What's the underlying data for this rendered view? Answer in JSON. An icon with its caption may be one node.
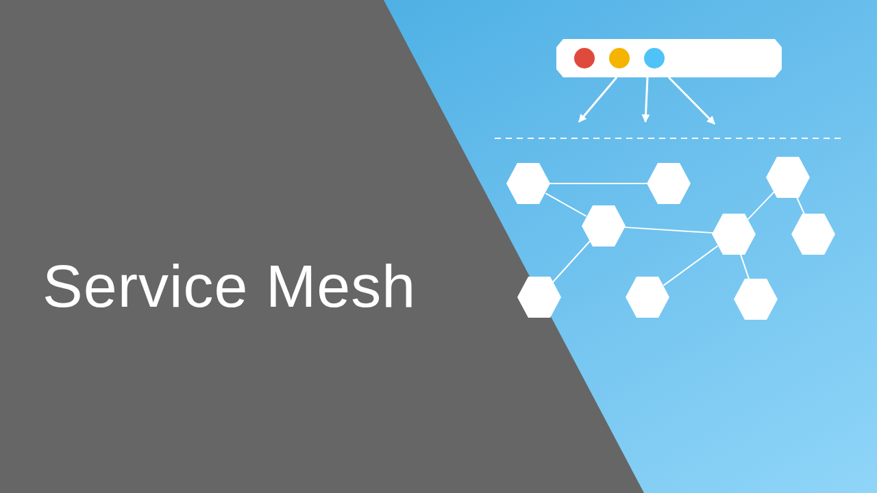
{
  "diagram": {
    "title": "Service Mesh",
    "nodes": [
      {
        "text": [],
        "shape": "box"
      },
      {
        "text": [],
        "shape": "hexagon"
      },
      {
        "text": [],
        "shape": "hexagon"
      },
      {
        "text": [],
        "shape": "hexagon"
      },
      {
        "text": [],
        "shape": "hexagon"
      },
      {
        "text": [],
        "shape": "hexagon"
      },
      {
        "text": [],
        "shape": "hexagon"
      },
      {
        "text": [],
        "shape": "hexagon"
      },
      {
        "text": [],
        "shape": "hexagon"
      },
      {
        "text": [],
        "shape": "hexagon"
      }
    ],
    "edges": [
      {
        "from": 0,
        "to": null,
        "arrow": "to"
      },
      {
        "from": 0,
        "to": null,
        "arrow": "to"
      },
      {
        "from": 0,
        "to": null,
        "arrow": "to"
      },
      {
        "from": 1,
        "to": 2,
        "arrow": "none"
      },
      {
        "from": 1,
        "to": 4,
        "arrow": "none"
      },
      {
        "from": 4,
        "to": 5,
        "arrow": "none"
      },
      {
        "from": 4,
        "to": 7,
        "arrow": "none"
      },
      {
        "from": 5,
        "to": 3,
        "arrow": "none"
      },
      {
        "from": 3,
        "to": 6,
        "arrow": "none"
      },
      {
        "from": 5,
        "to": 8,
        "arrow": "none"
      },
      {
        "from": 5,
        "to": 9,
        "arrow": "none"
      }
    ]
  }
}
